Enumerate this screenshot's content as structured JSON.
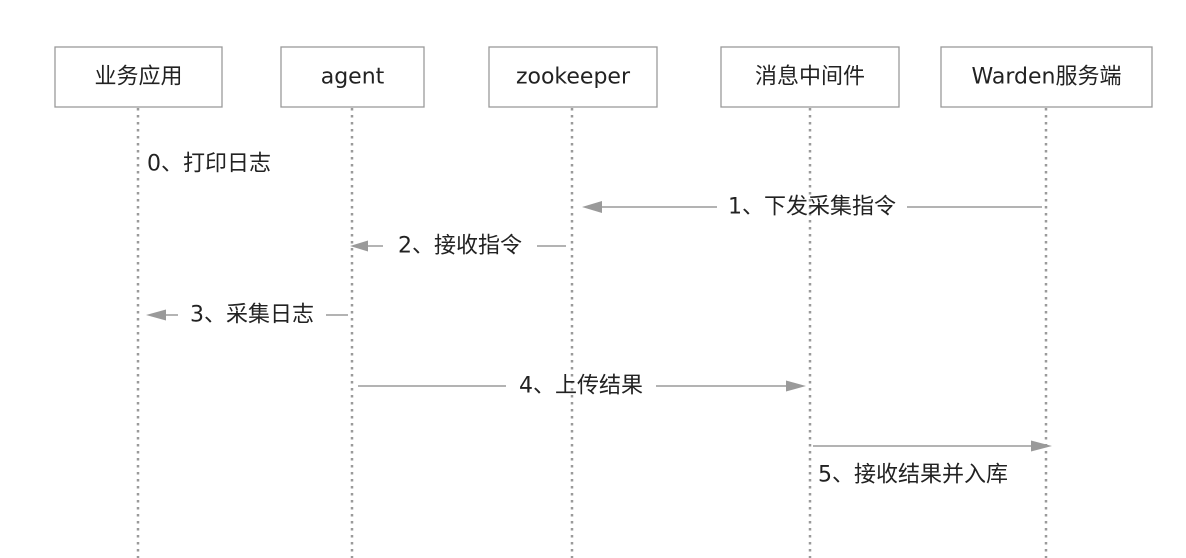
{
  "participants": [
    {
      "label": "业务应用"
    },
    {
      "label": "agent"
    },
    {
      "label": "zookeeper"
    },
    {
      "label": "消息中间件"
    },
    {
      "label": "Warden服务端"
    }
  ],
  "messages": [
    {
      "label": "0、打印日志",
      "from": 0,
      "to": 0
    },
    {
      "label": "1、下发采集指令",
      "from": 4,
      "to": 2
    },
    {
      "label": "2、接收指令",
      "from": 2,
      "to": 1
    },
    {
      "label": "3、采集日志",
      "from": 1,
      "to": 0
    },
    {
      "label": "4、上传结果",
      "from": 1,
      "to": 3
    },
    {
      "label": "5、接收结果并入库",
      "from": 3,
      "to": 4
    }
  ],
  "colors": {
    "line": "#9a9a9a",
    "text": "#222222",
    "background": "#ffffff"
  }
}
